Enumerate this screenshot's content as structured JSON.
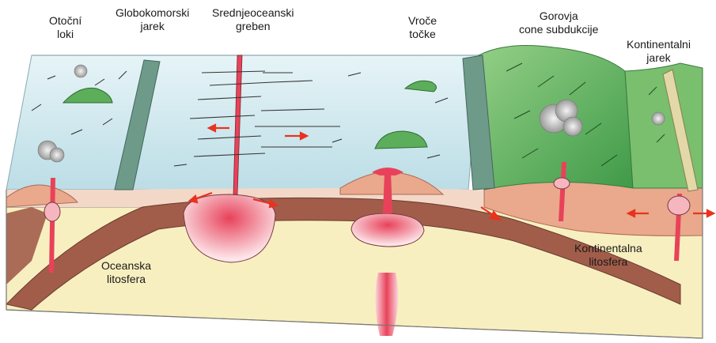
{
  "labels": {
    "island_arcs": "Otoční\nloki",
    "deep_sea_trench": "Globokomorski\njarek",
    "mid_ocean_ridge": "Srednjeoceanski\ngreben",
    "hot_spots": "Vroče\ntočke",
    "subduction_mountains": "Gorovja\ncone subdukcije",
    "continental_trench": "Kontinentalni\njarek",
    "oceanic_lithosphere": "Oceanska\nlitosfera",
    "continental_lithosphere": "Kontinentalna\nlitosfera"
  },
  "colors": {
    "ocean": "#cfe8ef",
    "mantle": "#f8efc0",
    "lithosphere": "#a15d4a",
    "crust": "#eaa88c",
    "land_green": "#5cae5a",
    "trench": "#6e9a8a",
    "magma": "#e8425a",
    "arrow": "#e8331f"
  }
}
